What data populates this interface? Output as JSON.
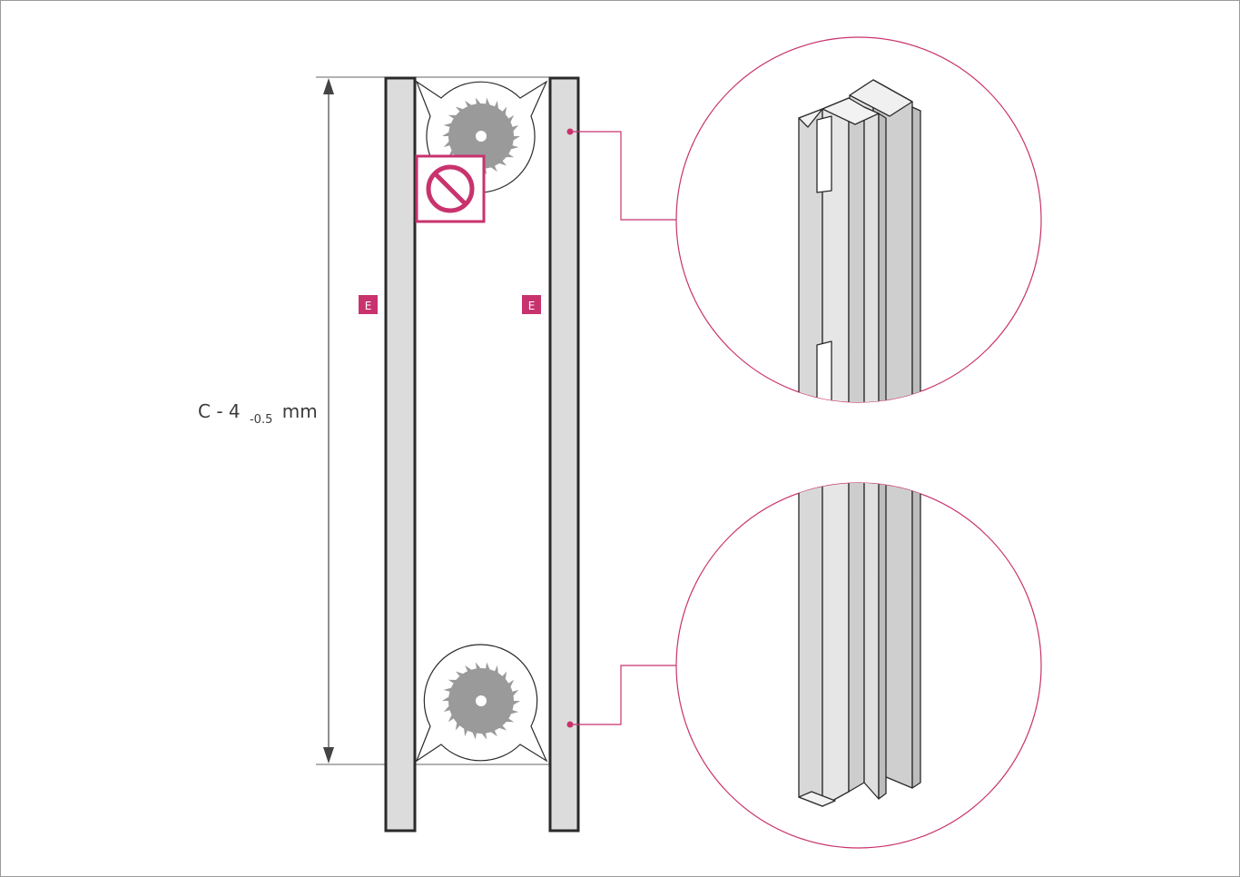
{
  "dimension": {
    "main": "C - 4",
    "tolerance": "-0.5",
    "unit": "mm"
  },
  "labels": {
    "left_profile": "E",
    "right_profile": "E"
  },
  "icons": {
    "saw_top": "circular-saw-icon",
    "saw_bottom": "circular-saw-icon",
    "prohibited": "no-entry-icon"
  },
  "colors": {
    "accent": "#c8336e",
    "profile_fill": "#dcdcdc",
    "profile_stroke": "#2a2a2a",
    "saw_fill": "#9a9a9a",
    "dim_line": "#444444"
  }
}
